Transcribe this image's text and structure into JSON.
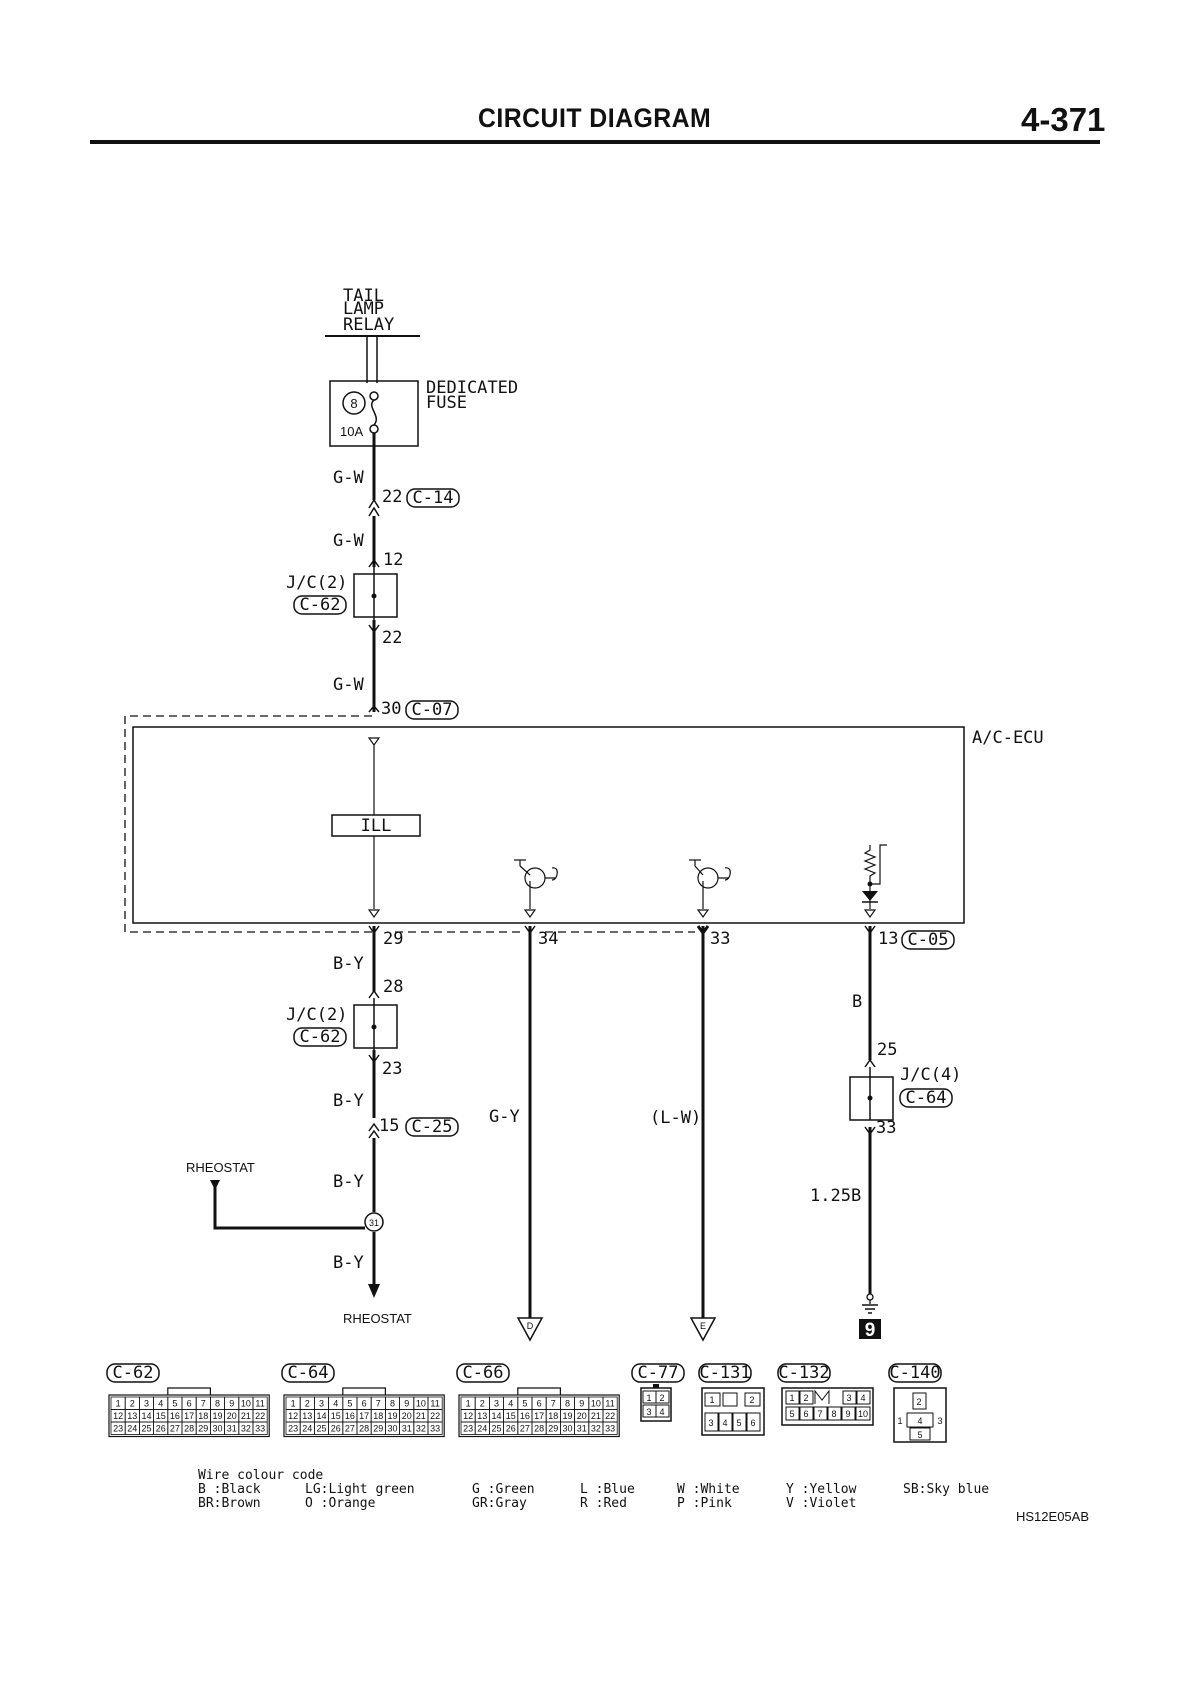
{
  "header": {
    "title": "CIRCUIT DIAGRAM",
    "page_number": "4-371"
  },
  "diagram": {
    "tail_lamp_relay": [
      "TAIL",
      "LAMP",
      "RELAY"
    ],
    "fuse": {
      "label": [
        "DEDICATED",
        "FUSE"
      ],
      "number": "8",
      "rating": "10A"
    },
    "ecu_label": "A/C-ECU",
    "ill_label": "ILL",
    "wires": {
      "gw1": "G-W",
      "gw2": "G-W",
      "gw3": "G-W",
      "by1": "B-Y",
      "by2": "B-Y",
      "by3": "B-Y",
      "by4": "B-Y",
      "gy": "G-Y",
      "lw": "(L-W)",
      "b": "B",
      "b125": "1.25B"
    },
    "pins": {
      "p22a": "22",
      "p12": "12",
      "p22b": "22",
      "p30": "30",
      "p29": "29",
      "p28": "28",
      "p23": "23",
      "p15": "15",
      "p34": "34",
      "p33a": "33",
      "p13": "13",
      "p25": "25",
      "p33b": "33"
    },
    "connectors": {
      "c14": "C-14",
      "c62a": "C-62",
      "c07": "C-07",
      "c62b": "C-62",
      "c25": "C-25",
      "c05": "C-05",
      "c64": "C-64"
    },
    "junctions": {
      "jc2a": "J/C(2)",
      "jc2b": "J/C(2)",
      "jc4": "J/C(4)"
    },
    "rheostat_left": "RHEOSTAT",
    "rheostat_bottom": "RHEOSTAT",
    "splice": "31",
    "arrow_d": "D",
    "arrow_e": "E",
    "ground": "9"
  },
  "connector_views": {
    "c62": {
      "label": "C-62",
      "rows": [
        [
          "1",
          "2",
          "3",
          "4",
          "5",
          "6",
          "7",
          "8",
          "9",
          "10",
          "11"
        ],
        [
          "12",
          "13",
          "14",
          "15",
          "16",
          "17",
          "18",
          "19",
          "20",
          "21",
          "22"
        ],
        [
          "23",
          "24",
          "25",
          "26",
          "27",
          "28",
          "29",
          "30",
          "31",
          "32",
          "33"
        ]
      ]
    },
    "c64": {
      "label": "C-64",
      "rows": [
        [
          "1",
          "2",
          "3",
          "4",
          "5",
          "6",
          "7",
          "8",
          "9",
          "10",
          "11"
        ],
        [
          "12",
          "13",
          "14",
          "15",
          "16",
          "17",
          "18",
          "19",
          "20",
          "21",
          "22"
        ],
        [
          "23",
          "24",
          "25",
          "26",
          "27",
          "28",
          "29",
          "30",
          "31",
          "32",
          "33"
        ]
      ]
    },
    "c66": {
      "label": "C-66",
      "rows": [
        [
          "1",
          "2",
          "3",
          "4",
          "5",
          "6",
          "7",
          "8",
          "9",
          "10",
          "11"
        ],
        [
          "12",
          "13",
          "14",
          "15",
          "16",
          "17",
          "18",
          "19",
          "20",
          "21",
          "22"
        ],
        [
          "23",
          "24",
          "25",
          "26",
          "27",
          "28",
          "29",
          "30",
          "31",
          "32",
          "33"
        ]
      ]
    },
    "c77": {
      "label": "C-77",
      "pins": [
        "1",
        "2",
        "3",
        "4"
      ]
    },
    "c131": {
      "label": "C-131",
      "top": [
        "1",
        "2"
      ],
      "bottom": [
        "3",
        "4",
        "5",
        "6"
      ]
    },
    "c132": {
      "label": "C-132",
      "top": [
        "1",
        "2",
        "3",
        "4"
      ],
      "bottom": [
        "5",
        "6",
        "7",
        "8",
        "9",
        "10"
      ]
    },
    "c140": {
      "label": "C-140",
      "pins": [
        "1",
        "2",
        "3",
        "4",
        "5"
      ]
    }
  },
  "legend": {
    "title": "Wire colour code",
    "col1": [
      "B :Black",
      "BR:Brown"
    ],
    "col2": [
      "LG:Light green",
      "O :Orange"
    ],
    "col3": [
      "G :Green",
      "GR:Gray"
    ],
    "col4": [
      "L :Blue",
      "R :Red"
    ],
    "col5": [
      "W :White",
      "P :Pink"
    ],
    "col6": [
      "Y :Yellow",
      "V :Violet"
    ],
    "col7": [
      "SB:Sky blue"
    ]
  },
  "figure_code": "HS12E05AB"
}
